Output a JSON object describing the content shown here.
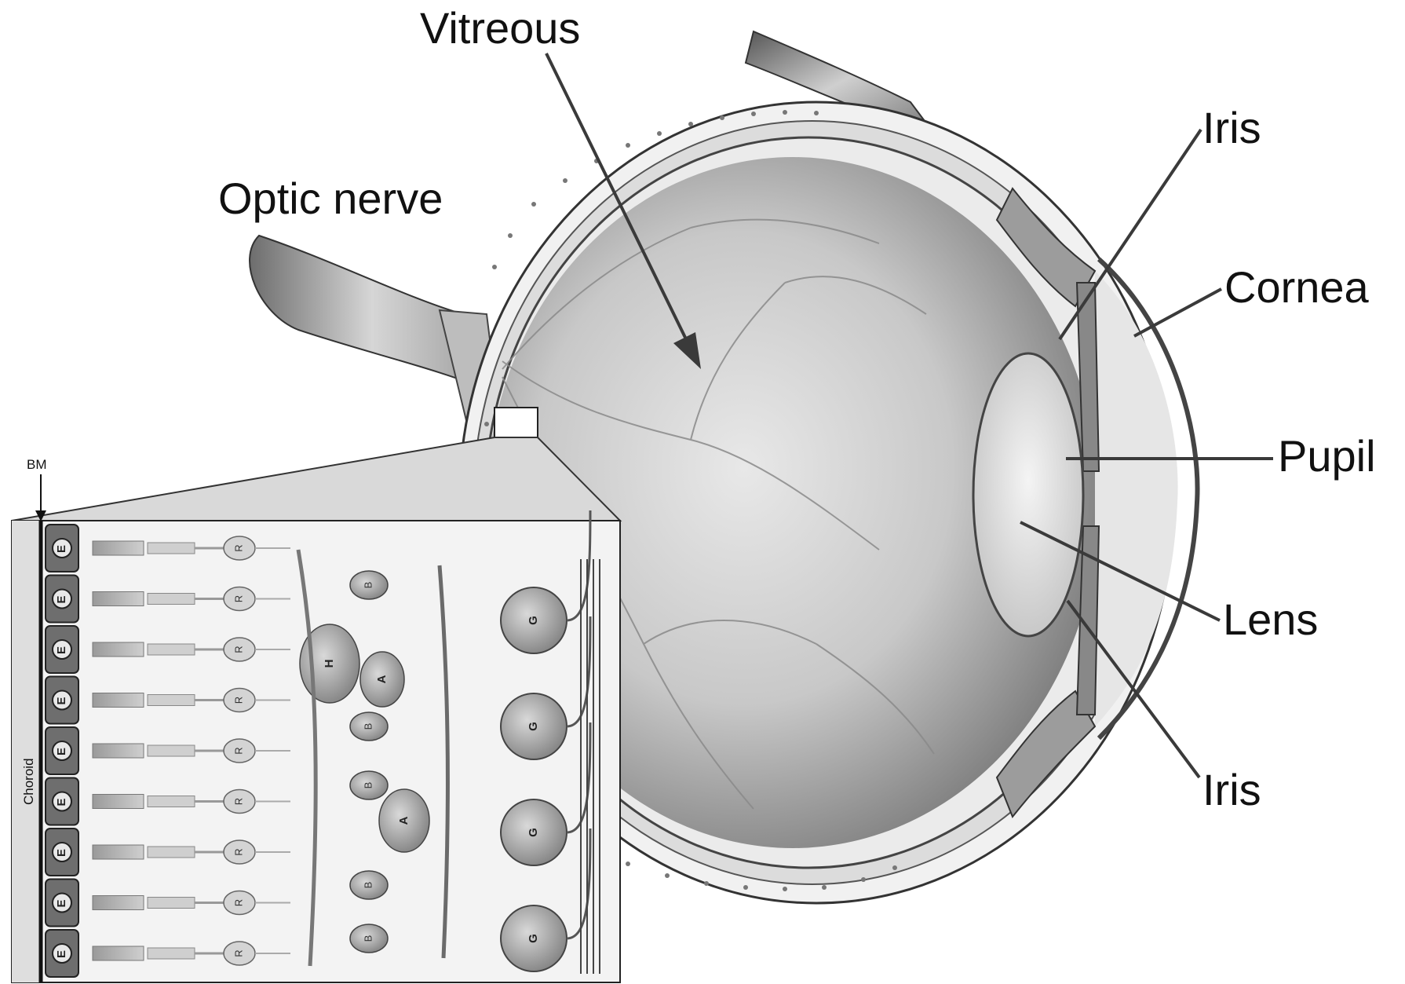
{
  "labels": {
    "vitreous": "Vitreous",
    "optic_nerve": "Optic nerve",
    "iris_top": "Iris",
    "cornea": "Cornea",
    "pupil": "Pupil",
    "lens": "Lens",
    "iris_bottom": "Iris",
    "bm": "BM",
    "choroid": "Choroid"
  },
  "retina_inset": {
    "epithelial_cell_letter": "E",
    "rod_letter": "R",
    "bipolar_letter": "B",
    "horizontal_letter": "H",
    "amacrine_letter": "A",
    "ganglion_letter": "G"
  }
}
